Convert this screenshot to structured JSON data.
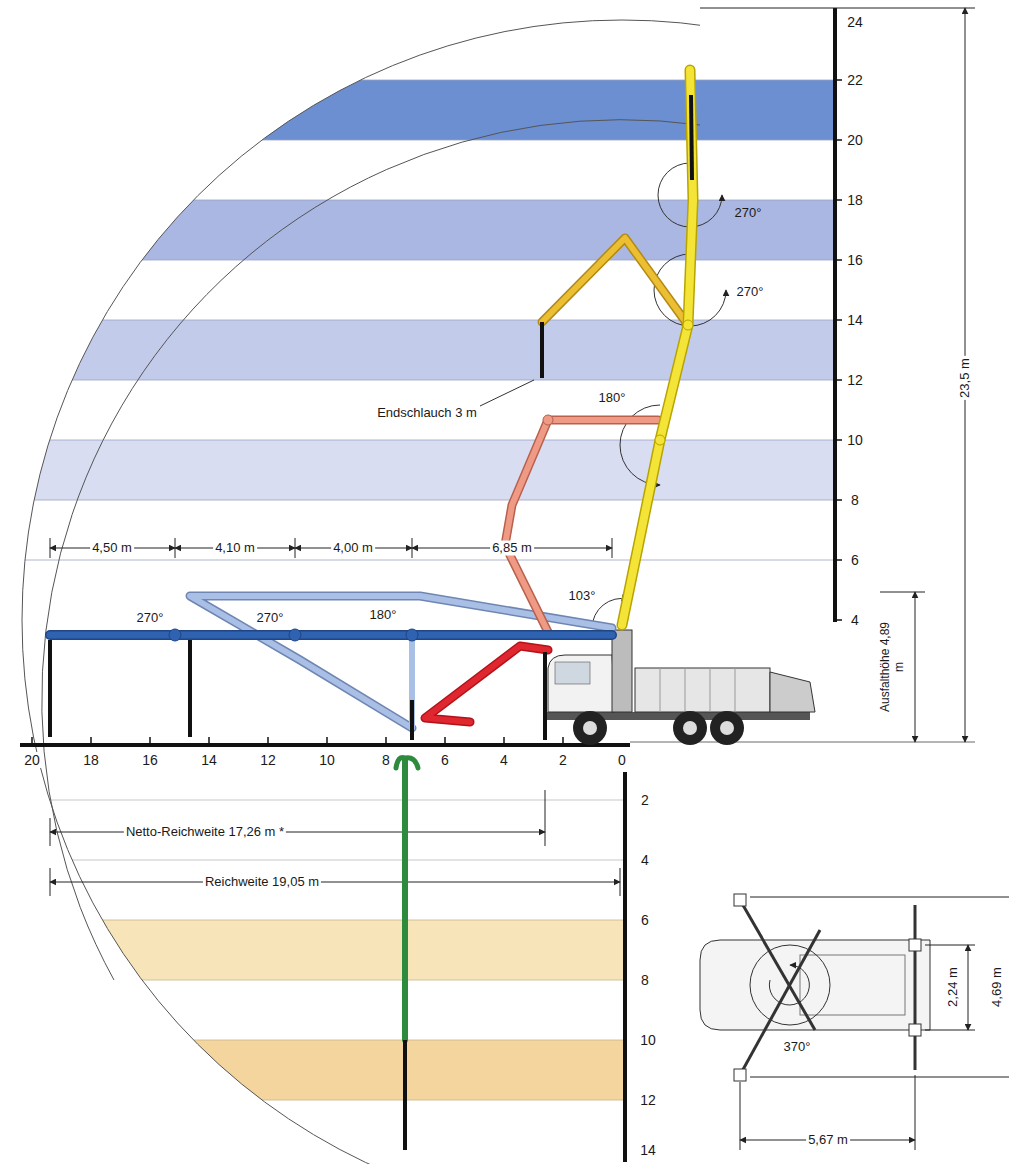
{
  "diagram": {
    "labels": [
      "24",
      "22",
      "270°",
      "20",
      "18",
      "270°",
      "16",
      "14",
      "23,5 m",
      "12",
      "180°",
      "Endschlauch 3 m",
      "10",
      "8",
      "4,50 m",
      "4,10 m",
      "4,00 m",
      "6,85 m",
      "6",
      "103°",
      "270°",
      "270°",
      "180°",
      "4",
      "Ausfalthöhe 4,89 m",
      "20",
      "18",
      "16",
      "14",
      "12",
      "10",
      "8",
      "6",
      "4",
      "2",
      "0",
      "2",
      "Netto-Reichweite 17,26 m *",
      "4",
      "Reichweite 19,05 m",
      "6",
      "8",
      "10",
      "12",
      "14",
      "4,69 m",
      "2,24 m",
      "370°",
      "5,67 m"
    ]
  }
}
